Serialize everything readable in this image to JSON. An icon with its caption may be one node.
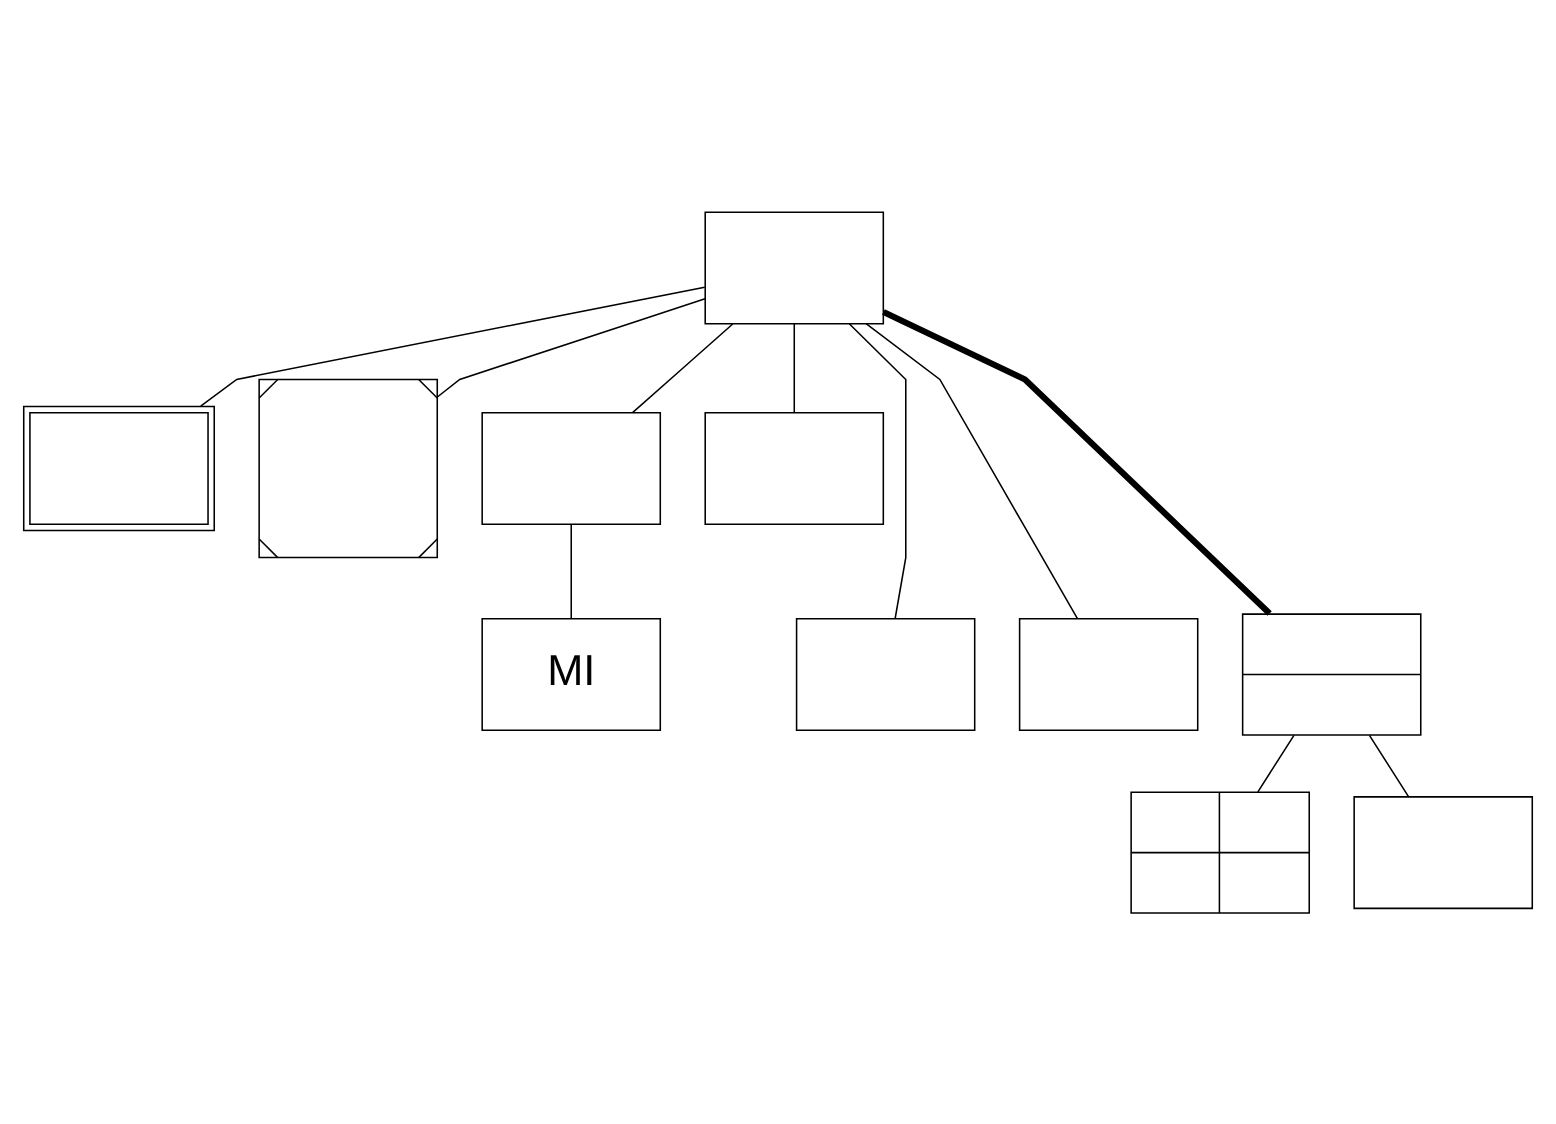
{
  "diagram": {
    "nodes": [
      {
        "text": [],
        "shape": "box"
      },
      {
        "text": [],
        "shape": "box"
      },
      {
        "text": [],
        "shape": "box"
      },
      {
        "text": [],
        "shape": "box"
      },
      {
        "text": [],
        "shape": "box"
      },
      {
        "text": [],
        "shape": "box"
      },
      {
        "text": [],
        "shape": "box"
      },
      {
        "text": [],
        "shape": "box"
      },
      {
        "text": [
          "MI"
        ]
      },
      {
        "text": [],
        "shape": "box"
      },
      {
        "text": [],
        "shape": "box"
      }
    ],
    "edges": [
      {
        "from": 0,
        "to": 1,
        "arrow": "none"
      },
      {
        "from": 0,
        "to": 2,
        "arrow": "none"
      },
      {
        "from": 0,
        "to": 3,
        "arrow": "none"
      },
      {
        "from": 0,
        "to": 4,
        "arrow": "none"
      },
      {
        "from": 0,
        "to": 5,
        "arrow": "none"
      },
      {
        "from": 0,
        "to": 6,
        "arrow": "none"
      },
      {
        "from": 0,
        "to": 7,
        "arrow": "none",
        "style": "thick"
      },
      {
        "from": 3,
        "to": 8,
        "arrow": "none"
      },
      {
        "from": 7,
        "to": 9,
        "arrow": "none"
      },
      {
        "from": 7,
        "to": 10,
        "arrow": "none"
      }
    ]
  }
}
